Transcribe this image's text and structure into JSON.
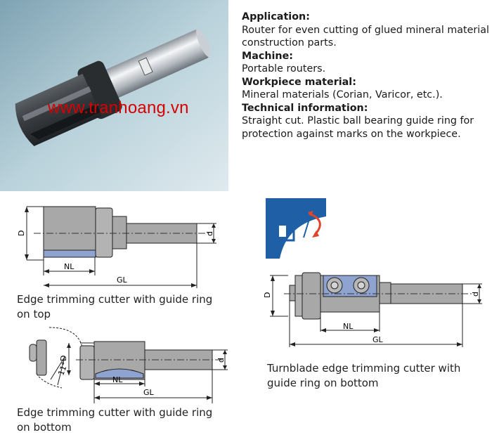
{
  "watermark": "www.tranhoang.vn",
  "info": {
    "sections": [
      {
        "heading": "Application:",
        "text": "Router for even cutting of glued mineral material construction parts."
      },
      {
        "heading": "Machine:",
        "text": "Portable routers."
      },
      {
        "heading": "Workpiece material:",
        "text": "Mineral materials (Corian, Varicor, etc.)."
      },
      {
        "heading": "Technical information:",
        "text": "Straight cut. Plastic ball bearing guide ring for protection against marks on the workpiece."
      }
    ]
  },
  "diagrams": {
    "top_ring": {
      "caption": "Edge trimming cutter with guide ring on top",
      "label_D": "D",
      "label_d": "d",
      "label_NL": "NL",
      "label_GL": "GL"
    },
    "bottom_ring": {
      "caption": "Edge trimming cutter with guide ring on bottom",
      "label_D": "D",
      "label_d": "d",
      "label_NL": "NL",
      "label_GL": "GL",
      "angle": "11°"
    },
    "turnblade": {
      "caption": "Turnblade edge trimming cutter with guide ring on bottom",
      "label_D": "D",
      "label_d": "d",
      "label_NL": "NL",
      "label_GL": "GL"
    }
  },
  "colors": {
    "blade_blue": "#8fa3d0",
    "body_grey": "#a8a8a8",
    "icon_blue": "#1f5fa6",
    "arrow_red": "#e0442a",
    "watermark_red": "#d60000"
  }
}
